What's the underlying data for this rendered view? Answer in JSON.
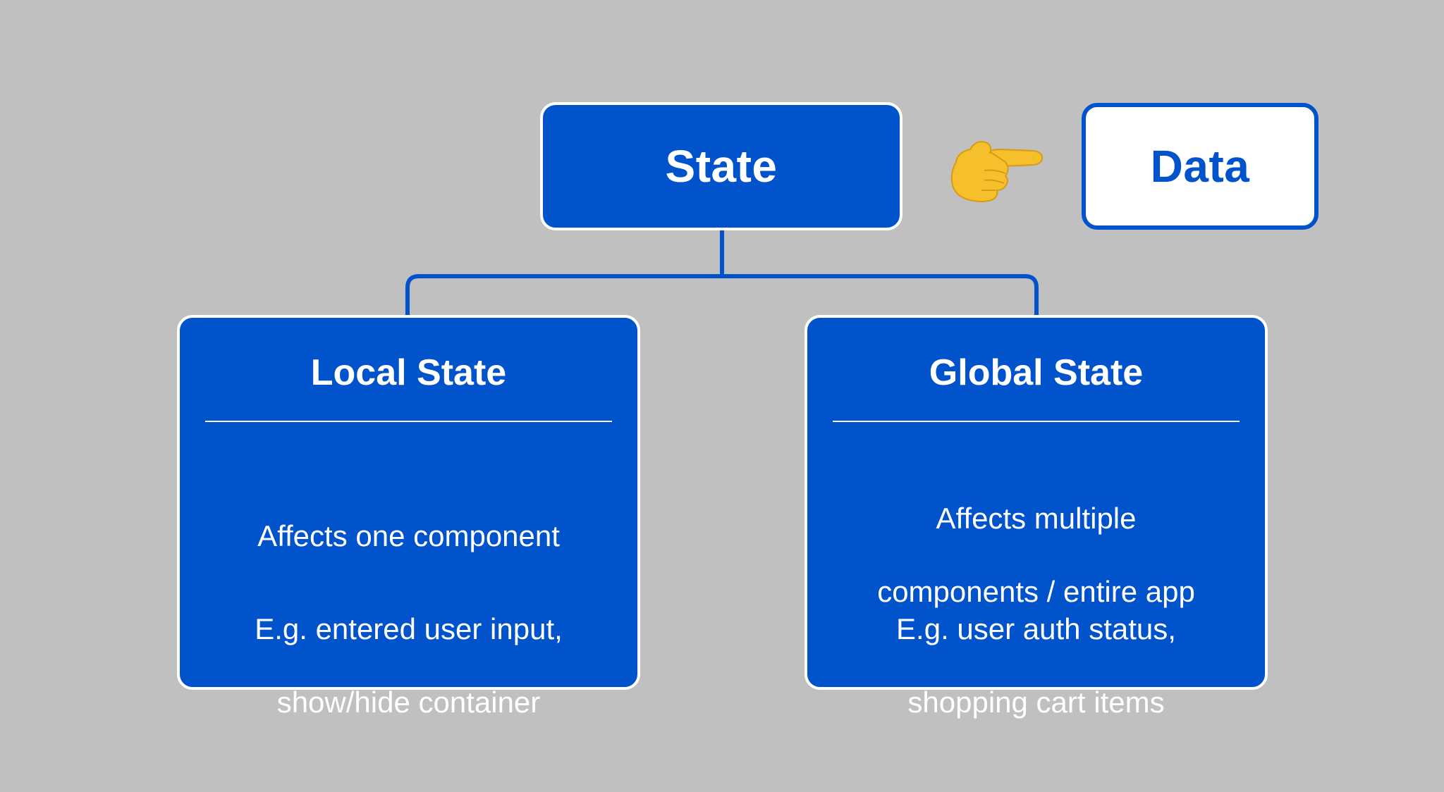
{
  "colors": {
    "background": "#c0c0c0",
    "box_blue": "#0053cb",
    "white": "#ffffff",
    "emoji_yellow": "#f6c02c"
  },
  "top": {
    "state_label": "State",
    "data_label": "Data",
    "pointer_icon": "backhand-index-pointing-right-icon"
  },
  "cards": {
    "local": {
      "title": "Local State",
      "description": "Affects one component",
      "example_line1": "E.g. entered user input,",
      "example_line2": "show/hide container"
    },
    "global": {
      "title": "Global State",
      "description_line1": "Affects multiple",
      "description_line2": "components / entire app",
      "example_line1": "E.g. user auth status,",
      "example_line2": "shopping cart items"
    }
  }
}
